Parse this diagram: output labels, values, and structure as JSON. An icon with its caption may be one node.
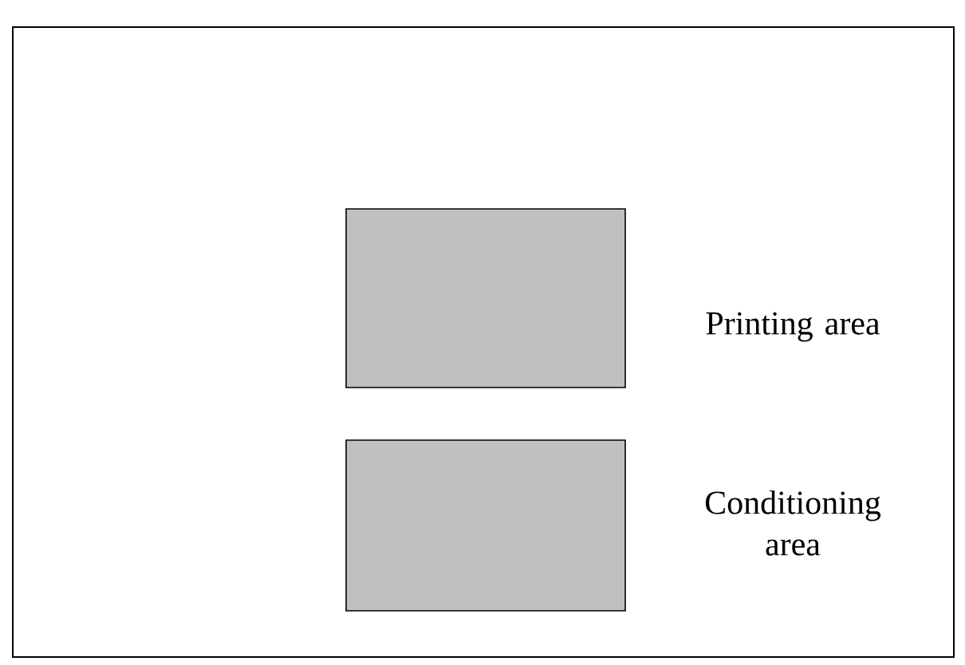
{
  "diagram": {
    "nodes": [
      {
        "text": [],
        "shape": "box",
        "beside": [
          "Printing area"
        ]
      },
      {
        "text": [],
        "shape": "box",
        "beside": [
          "Conditioning area"
        ]
      }
    ]
  }
}
